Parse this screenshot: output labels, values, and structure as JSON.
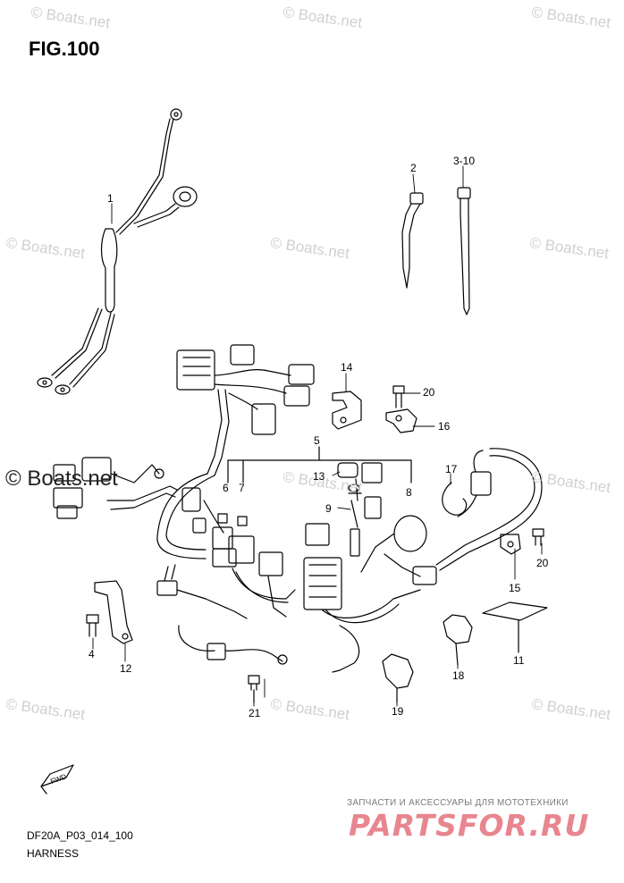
{
  "figure": {
    "title": "FIG.100",
    "code": "DF20A_P03_014_100",
    "caption": "HARNESS"
  },
  "watermark": {
    "text": "© Boats.net",
    "color": "#d0d0d0"
  },
  "shop_banner": {
    "line": "ЗАПЧАСТИ И АКСЕССУАРЫ ДЛЯ МОТОТЕХНИКИ",
    "logo": "PARTSFOR.RU",
    "color": "#e8868f"
  },
  "fwd_icon_label": "FWD",
  "callouts": [
    "1",
    "2",
    "3-10",
    "14",
    "20",
    "16",
    "5",
    "13",
    "6",
    "7",
    "8",
    "17",
    "9",
    "15",
    "20",
    "4",
    "12",
    "11",
    "18",
    "19",
    "21"
  ]
}
